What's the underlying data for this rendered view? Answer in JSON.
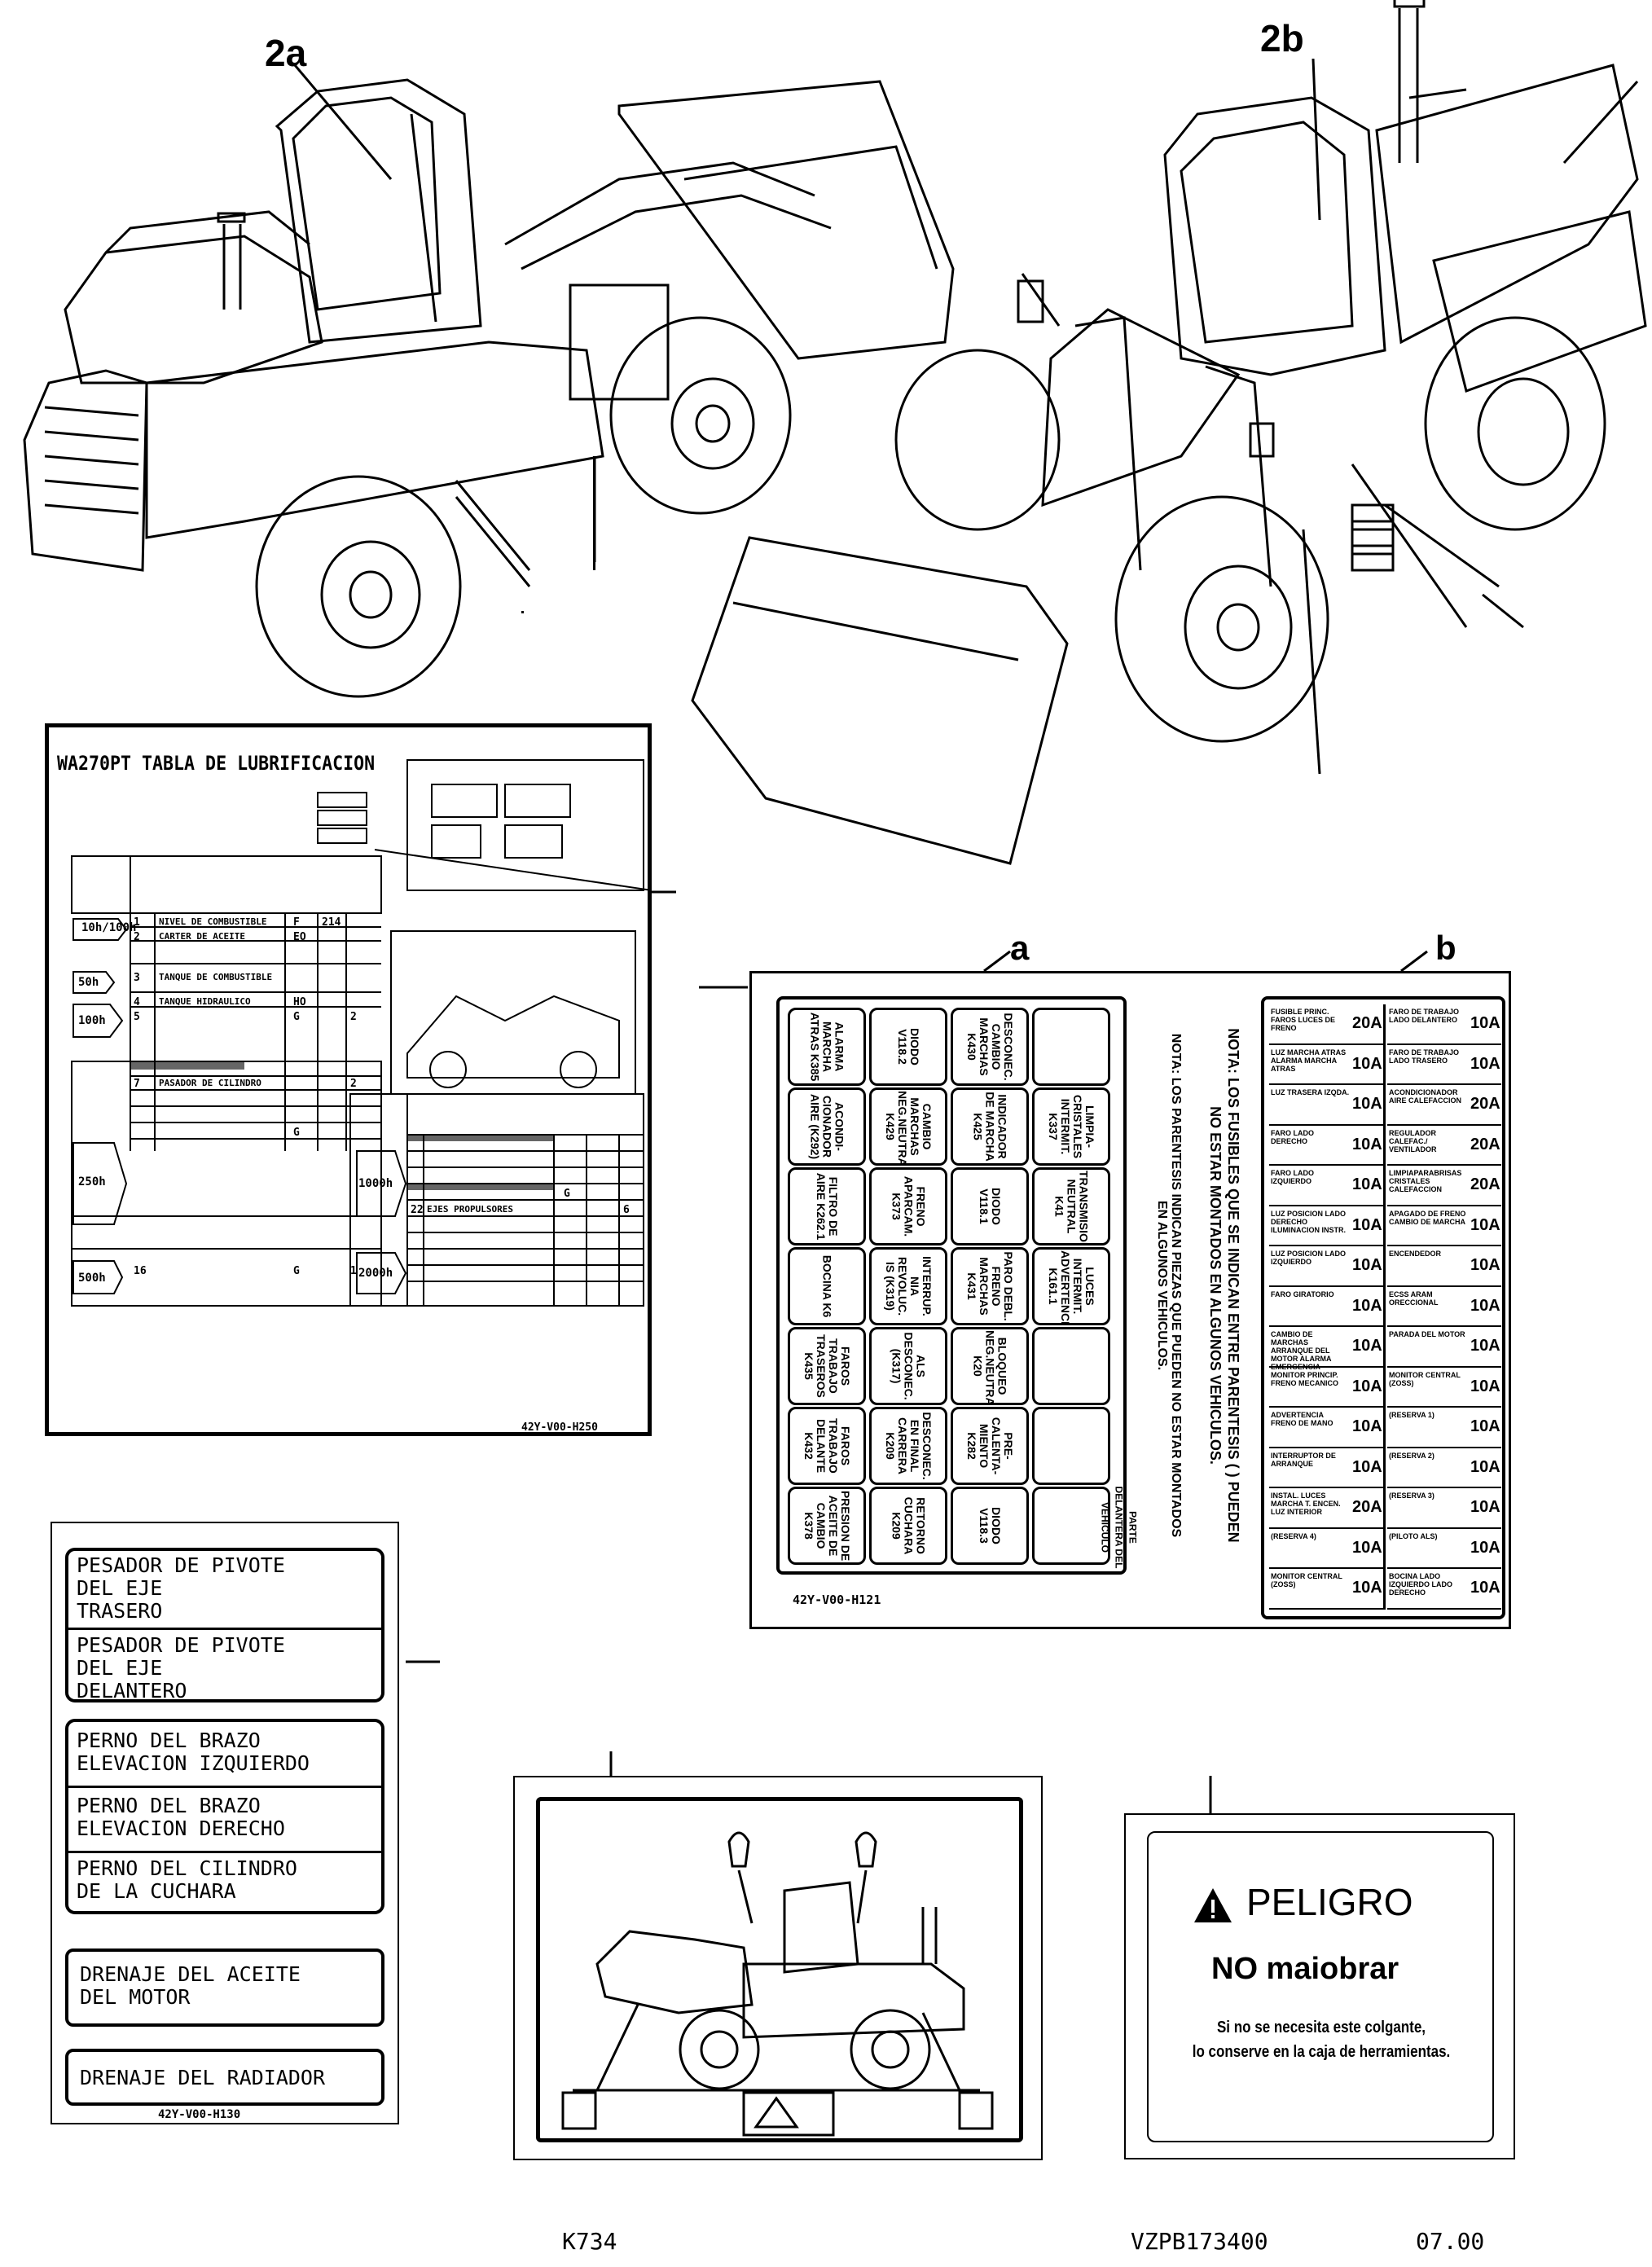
{
  "callouts": {
    "c2a": "2a",
    "c2b": "2b",
    "ca": "a",
    "cb": "b"
  },
  "lube_chart": {
    "title": "WA270PT TABLA DE LUBRIFICACION",
    "code": "42Y-V00-H250",
    "rows": [
      {
        "interval": "10h/100h",
        "no": "1",
        "name": "NIVEL DE COMBUSTIBLE",
        "code": "F",
        "qty": "214"
      },
      {
        "interval": "",
        "no": "2",
        "name": "CARTER DE ACEITE",
        "code": "EO",
        "qty": ""
      },
      {
        "interval": "50h",
        "no": "3",
        "name": "TANQUE DE COMBUSTIBLE",
        "code": "",
        "qty": ""
      },
      {
        "interval": "100h",
        "no": "4",
        "name": "TANQUE HIDRAULICO",
        "code": "HO",
        "qty": ""
      },
      {
        "interval": "",
        "no": "5",
        "name": "",
        "code": "G",
        "qty": "2"
      },
      {
        "interval": "250h",
        "no": "7",
        "name": "PASADOR DE CILINDRO",
        "code": "G",
        "qty": "2"
      },
      {
        "interval": "1000h",
        "no": "22",
        "name": "EJES PROPULSORES",
        "code": "G",
        "qty": "6"
      },
      {
        "interval": "500h",
        "no": "16",
        "name": "",
        "code": "G",
        "qty": "1"
      },
      {
        "interval": "2000h",
        "no": "",
        "name": "",
        "code": "",
        "qty": ""
      }
    ]
  },
  "fuse_panel_a": {
    "note": "NOTA: LOS PARENTESIS INDICAN PIEZAS QUE PUEDEN NO ESTAR MONTADOS EN ALGUNOS VEHICULOS.",
    "arrow_label": "PARTE DELANTERA DEL VEHICULO",
    "code": "42Y-V00-H121",
    "columns": [
      [
        "ALARMA MARCHA ATRAS K385",
        "ACONDI- CIONADOR AIRE (K292)",
        "FILTRO DE AIRE K262.1",
        "BOCINA K6",
        "FAROS TRABAJO TRASEROS K435",
        "FAROS TRABAJO DELANTE K432",
        "PRESION DE ACEITE DE CAMBIO K378"
      ],
      [
        "DIODO V118.2",
        "CAMBIO MARCHAS NEG.NEUTRAL K429",
        "FRENO APARCAM. K373",
        "INTERRUP. NIA REVOLUC. IS (K319)",
        "ALS DESCONEC. (K317)",
        "DESCONEC. EN FINAL CARRERA K209",
        "RETORNO CUCHARA K209"
      ],
      [
        "DESCONEC. CAMBIO MARCHAS K430",
        "INDICADOR DE MARCHA K425",
        "DIODO V118.1",
        "PARO DEBL. FRENO MARCHAS K431",
        "BLOQUEO NEG.NEUTRAL K20",
        "PRE- CALENTA- MIENTO K282",
        "DIODO V118.3"
      ],
      [
        "",
        "LIMPIA- CRISTALES INTERMIT. K337",
        "TRANSMISION NEUTRAL K41",
        "LUCES INTERMIT. ADVERTENCIA K161.1",
        "",
        "",
        ""
      ]
    ]
  },
  "fuse_panel_b": {
    "note": "NOTA: LOS FUSIBLES QUE SE INDICAN ENTRE PARENTESIS ( ) PUEDEN NO ESTAR MONTADOS EN ALGUNOS VEHICULOS.",
    "left": [
      {
        "label": "FUSIBLE PRINC. FAROS LUCES DE FRENO",
        "amp": "20A"
      },
      {
        "label": "LUZ MARCHA ATRAS ALARMA MARCHA ATRAS",
        "amp": "10A"
      },
      {
        "label": "LUZ TRASERA IZQDA.",
        "amp": "10A"
      },
      {
        "label": "FARO LADO DERECHO",
        "amp": "10A"
      },
      {
        "label": "FARO LADO IZQUIERDO",
        "amp": "10A"
      },
      {
        "label": "LUZ POSICION LADO DERECHO ILUMINACION INSTR.",
        "amp": "10A"
      },
      {
        "label": "LUZ POSICION LADO IZQUIERDO",
        "amp": "10A"
      },
      {
        "label": "FARO GIRATORIO",
        "amp": "10A"
      },
      {
        "label": "CAMBIO DE MARCHAS ARRANQUE DEL MOTOR ALARMA EMERGENCIA",
        "amp": "10A"
      },
      {
        "label": "MONITOR PRINCIP. FRENO MECANICO",
        "amp": "10A"
      },
      {
        "label": "ADVERTENCIA FRENO DE MANO",
        "amp": "10A"
      },
      {
        "label": "INTERRUPTOR DE ARRANQUE",
        "amp": "10A"
      },
      {
        "label": "INSTAL. LUCES MARCHA T. ENCEN. LUZ INTERIOR",
        "amp": "20A"
      },
      {
        "label": "(RESERVA 4)",
        "amp": "10A"
      },
      {
        "label": "MONITOR CENTRAL (ZOSS)",
        "amp": "10A"
      }
    ],
    "right": [
      {
        "label": "FARO DE TRABAJO LADO DELANTERO",
        "amp": "10A"
      },
      {
        "label": "FARO DE TRABAJO LADO TRASERO",
        "amp": "10A"
      },
      {
        "label": "ACONDICIONADOR AIRE CALEFACCION",
        "amp": "20A"
      },
      {
        "label": "REGULADOR CALEFAC./ VENTILADOR",
        "amp": "20A"
      },
      {
        "label": "LIMPIAPARABRISAS CRISTALES CALEFACCION",
        "amp": "20A"
      },
      {
        "label": "APAGADO DE FRENO CAMBIO DE MARCHA",
        "amp": "10A"
      },
      {
        "label": "ENCENDEDOR",
        "amp": "10A"
      },
      {
        "label": "ECSS ARAM ORECCIONAL",
        "amp": "10A"
      },
      {
        "label": "PARADA DEL MOTOR",
        "amp": "10A"
      },
      {
        "label": "MONITOR CENTRAL (ZOSS)",
        "amp": "10A"
      },
      {
        "label": "(RESERVA 1)",
        "amp": "10A"
      },
      {
        "label": "(RESERVA 2)",
        "amp": "10A"
      },
      {
        "label": "(RESERVA 3)",
        "amp": "10A"
      },
      {
        "label": "(PILOTO ALS)",
        "amp": "10A"
      },
      {
        "label": "BOCINA LADO IZQUIERDO LADO DERECHO",
        "amp": "10A"
      }
    ]
  },
  "pin_plates": {
    "items": [
      "PESADOR DE PIVOTE\nDEL EJE\nTRASERO",
      "PESADOR DE PIVOTE\nDEL EJE\nDELANTERO",
      "PERNO DEL BRAZO\nELEVACION IZQUIERDO",
      "PERNO DEL BRAZO\nELEVACION DERECHO",
      "PERNO DEL CILINDRO\nDE LA CUCHARA",
      "DRENAJE DEL ACEITE\nDEL MOTOR",
      "DRENAJE DEL RADIADOR"
    ],
    "code": "42Y-V00-H130"
  },
  "danger_tag": {
    "title": "PELIGRO",
    "subtitle": "NO maiobrar",
    "line1": "Si no se necesita este colgante,",
    "line2": "lo conserve en la caja de herramientas."
  },
  "footer": {
    "left": "K734",
    "mid": "VZPB173400",
    "right": "07.00"
  }
}
